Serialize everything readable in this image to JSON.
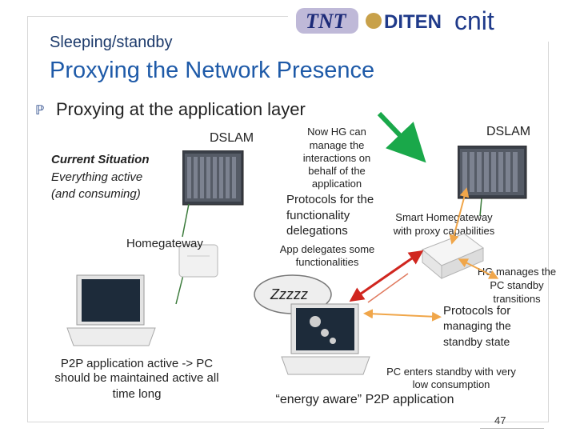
{
  "header": {
    "logos": [
      "TNT",
      "DITEN",
      "cnit"
    ],
    "subtitle": "Sleeping/standby",
    "title": "Proxying the Network Presence"
  },
  "bullet": "Proxying at the application layer",
  "left": {
    "dslam_label": "DSLAM",
    "status_line1": "Current Situation",
    "status_line2": "Everything active",
    "status_line3": "(and consuming)",
    "gateway_label": "Homegateway",
    "p2p_line1": "P2P application active -> PC",
    "p2p_line2": "should be maintained active all",
    "p2p_line3": "time long"
  },
  "middle": {
    "hg_line1": "Now HG can",
    "hg_line2": "manage the",
    "hg_line3": "interactions on",
    "hg_line4": "behalf of the",
    "hg_line5": "application",
    "protocols_line1": "Protocols for the",
    "protocols_line2": "functionality",
    "protocols_line3": "delegations",
    "delegates_line1": "App delegates some",
    "delegates_line2": "functionalities",
    "sleep_text": "Zzzzz",
    "energy_aware": "“energy aware” P2P application"
  },
  "right": {
    "dslam_label": "DSLAM",
    "smart_line1": "Smart Homegateway",
    "smart_line2": "with proxy capabilities",
    "hg_manages_line1": "HG manages the",
    "hg_manages_line2": "PC standby",
    "hg_manages_line3": "transitions",
    "protocols_standby_line1": "Protocols for",
    "protocols_standby_line2": "managing the",
    "protocols_standby_line3": "standby state",
    "standby_line1": "PC enters standby with very",
    "standby_line2": "low consumption"
  },
  "footer": {
    "slide_number": "47"
  },
  "colors": {
    "title": "#1e5aa8",
    "subtitle": "#1c3a6b",
    "green_arrow": "#1aa84a",
    "red_arrow": "#d0261f",
    "orange_arrow": "#f0a64a"
  }
}
